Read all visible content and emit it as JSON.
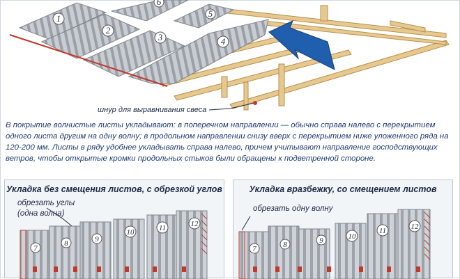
{
  "top": {
    "sheets": [
      "1",
      "2",
      "3",
      "4",
      "6",
      "5"
    ],
    "cord_label": "шнур для выравнивания свеса"
  },
  "caption": "В покрытие волнистые листы укладывают: в поперечном направлении — обычно справа налево с перекрытием одного листа другим на одну волну; в продольном направлении снизу вверх с перекрытием ниже уложенного ряда на 120-200 мм. Листы в ряду удобнее укладывать справа налево, причем учитывают направление господствующих ветров, чтобы открытые кромки продольных стыков были обращены к подветренной стороне.",
  "panel_left": {
    "title": "Укладка без смещения листов, с обрезкой углов",
    "note_line1": "обрезать углы",
    "note_line2": "(одна волна)",
    "sheets": [
      "7",
      "8",
      "9",
      "10",
      "11",
      "12"
    ]
  },
  "panel_right": {
    "title": "Укладка вразбежку, со смещением листов",
    "note": "обрезать одну волну",
    "sheets": [
      "7",
      "8",
      "9",
      "10",
      "11",
      "12"
    ]
  },
  "colors": {
    "sheet_fill": "#c9cdd2",
    "sheet_stripe": "#9aa0a8",
    "wood": "#e7c98f",
    "wood_edge": "#b68f4d",
    "arrow": "#1f5fae",
    "cut": "#c0392b",
    "label_text": "#1f3b73"
  }
}
